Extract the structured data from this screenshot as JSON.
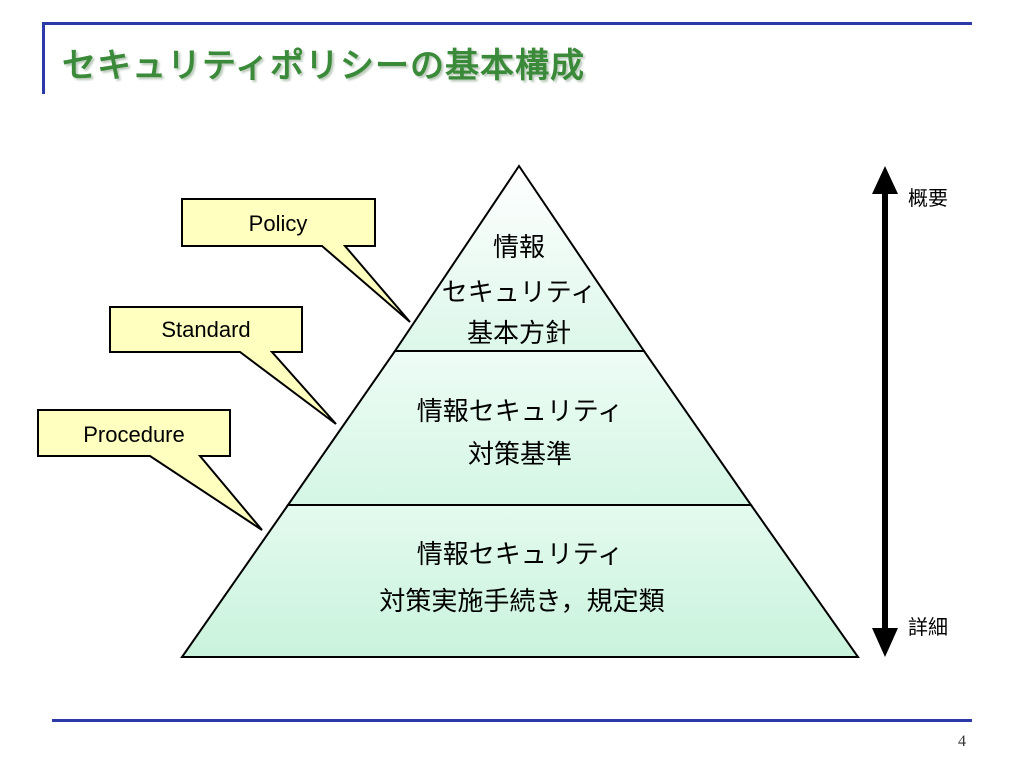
{
  "slide": {
    "title": "セキュリティポリシーの基本構成",
    "page_number": "4"
  },
  "pyramid": {
    "layers": [
      {
        "lines": [
          "情報",
          "セキュリティ",
          "基本方針"
        ]
      },
      {
        "lines": [
          "情報セキュリティ",
          "対策基準"
        ]
      },
      {
        "lines": [
          "情報セキュリティ",
          "対策実施手続き，規定類"
        ]
      }
    ]
  },
  "callouts": [
    {
      "label": "Policy"
    },
    {
      "label": "Standard"
    },
    {
      "label": "Procedure"
    }
  ],
  "axis": {
    "top_label": "概要",
    "bottom_label": "詳細"
  },
  "colors": {
    "accent_line": "#2b3aa8",
    "title_text": "#3a8a3a",
    "callout_fill": "#ffffc0",
    "layer_top_fill": "#eafcf4",
    "layer_mid_fill": "#d9f8ea",
    "layer_bottom_fill": "#cdf5e0"
  }
}
